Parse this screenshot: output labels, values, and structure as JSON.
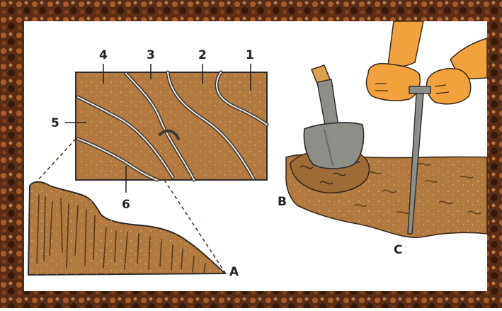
{
  "labels": {
    "num1": "1",
    "num2": "2",
    "num3": "3",
    "num4": "4",
    "num5": "5",
    "num6": "6",
    "letterA": "A",
    "letterB": "B",
    "letterC": "C"
  },
  "colors": {
    "frame_dark": "#3a1e10",
    "frame_orange": "#c2662a",
    "soil": "#b27a3e",
    "soil_dark": "#6e4a26",
    "crack": "#e8e3da",
    "crack_edge": "#3e3a34",
    "steel": "#8e8e88",
    "wood": "#d9a24d",
    "skin": "#f2a23c"
  }
}
